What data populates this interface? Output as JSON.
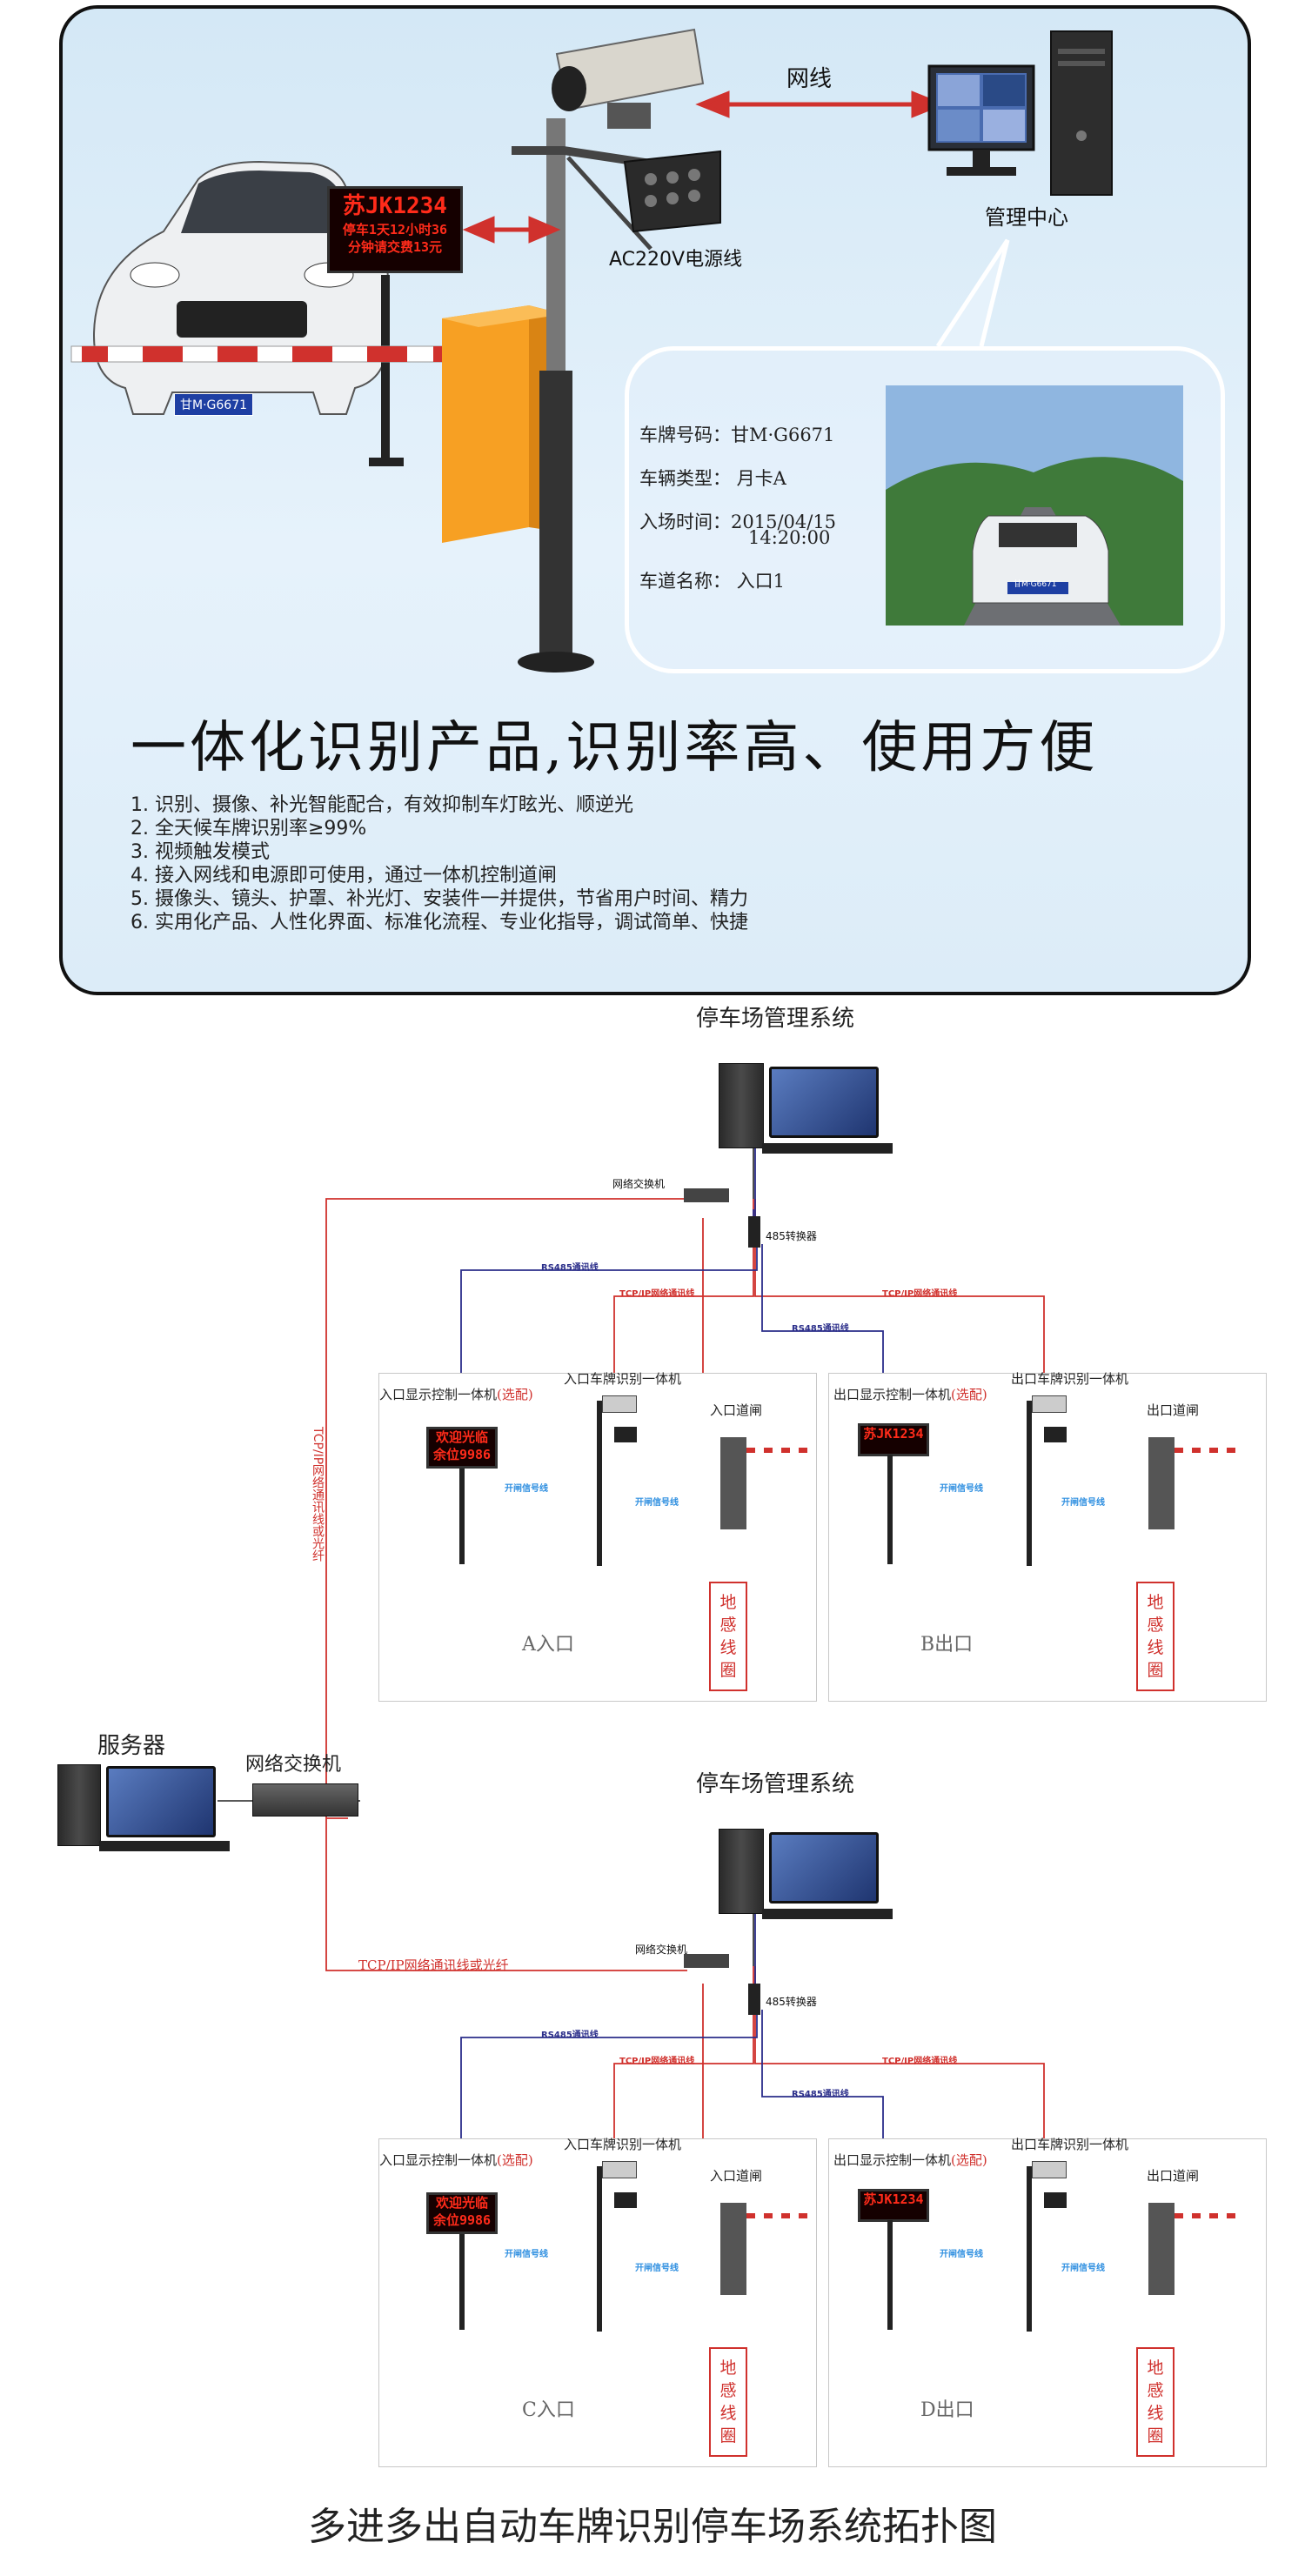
{
  "top": {
    "network_cable_label": "网线",
    "power_cable_label": "AC220V电源线",
    "management_center_label": "管理中心",
    "led_line1": "苏JK1234",
    "led_line2": "停车1天12小时36",
    "led_line3": "分钟请交费13元",
    "car_plate": "甘M·G6671",
    "info": {
      "plate": "车牌号码：甘M·G6671",
      "type": "车辆类型： 月卡A",
      "entry_time_1": "入场时间：2015/04/15",
      "entry_time_2": "14:20:00",
      "lane": "车道名称： 入口1"
    },
    "photo_plate": "甘M·G6671",
    "headline": "一体化识别产品,识别率高、使用方便",
    "features": [
      "1. 识别、摄像、补光智能配合，有效抑制车灯眩光、顺逆光",
      "2. 全天候车牌识别率≥99%",
      "3. 视频触发模式",
      "4. 接入网线和电源即可使用，通过一体机控制道闸",
      "5. 摄像头、镜头、护罩、补光灯、安装件一并提供，节省用户时间、精力",
      "6. 实用化产品、人性化界面、标准化流程、专业化指导，调试简单、快捷"
    ]
  },
  "diagram": {
    "system_title_1": "停车场管理系统",
    "system_title_2": "停车场管理系统",
    "server_label": "服务器",
    "main_switch_label": "网络交换机",
    "switch_label_1": "网络交换机",
    "switch_label_2": "网络交换机",
    "converter_label_1": "485转换器",
    "converter_label_2": "485转换器",
    "vertical_link_label": "TCP/IP网络通讯线或光纤",
    "bottom_link_label": "TCP/IP网络通讯线或光纤",
    "rs485_label": "RS485通讯线",
    "tcpip_label": "TCP/IP网络通讯线",
    "signal_label": "开闸信号线",
    "entry_display_label": "入口显示控制一体机",
    "exit_display_label": "出口显示控制一体机",
    "optional_label": "(选配)",
    "entry_camera_label": "入口车牌识别一体机",
    "exit_camera_label": "出口车牌识别一体机",
    "entry_gate_label": "入口道闸",
    "exit_gate_label": "出口道闸",
    "loop_chars": [
      "地",
      "感",
      "线",
      "圈"
    ],
    "entry_led_1": "欢迎光临",
    "entry_led_2": "余位9986",
    "exit_led_1": "苏JK1234",
    "exit_led_2": "",
    "zones": [
      "A入口",
      "B出口",
      "C入口",
      "D出口"
    ],
    "caption": "多进多出自动车牌识别停车场系统拓扑图"
  },
  "colors": {
    "link_red": "#d0312d",
    "link_blue": "#2b2e8a",
    "signal_blue": "#2f8fe0",
    "led_red": "#ff2b1a"
  }
}
